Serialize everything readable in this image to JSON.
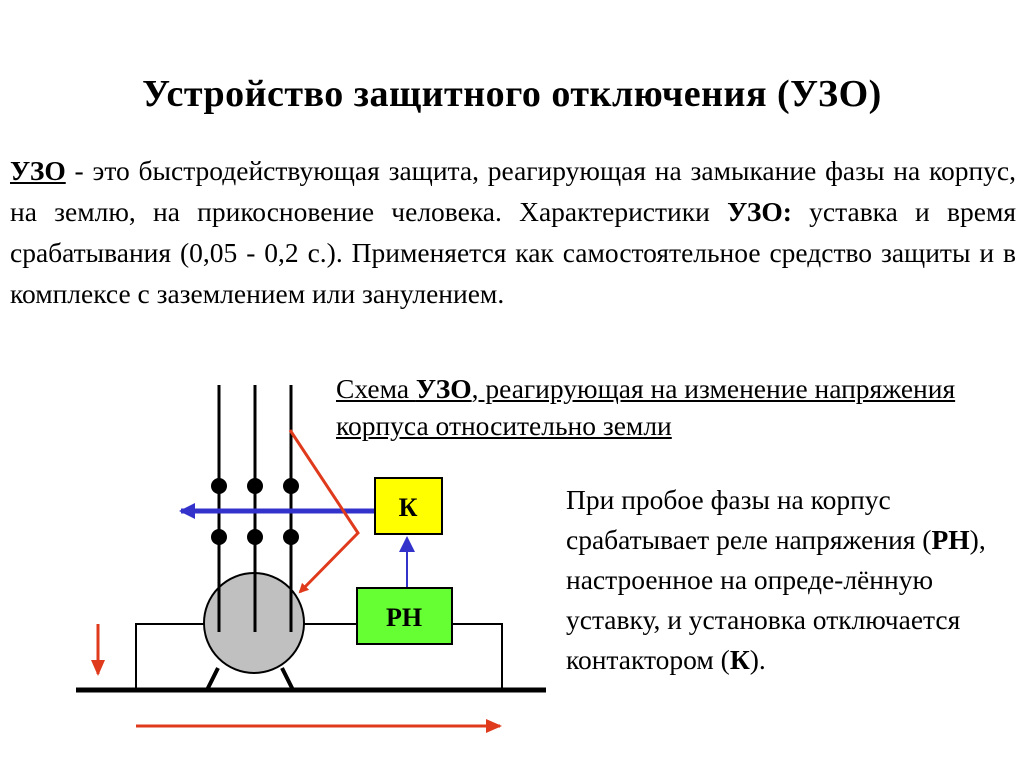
{
  "title": "Устройство защитного отключения (УЗО)",
  "intro": {
    "term": "УЗО",
    "part1": " - это быстродействующая защита, реагирующая на замыкание фазы на корпус, на землю, на прикосновение человека. Характеристики ",
    "term2": "УЗО:",
    "part2": " уставка и время срабатывания (0,05 - 0,2 с.). Применяется как самостоятельное средство защиты и в комплексе с заземлением или занулением."
  },
  "caption": {
    "pre": "Схема ",
    "term": "УЗО",
    "post": ", реагирующая на изменение напряжения корпуса относительно земли"
  },
  "explain": {
    "p1": "При пробое фазы на корпус срабатывает реле напряжения (",
    "rn": "РН",
    "p2": "), настроенное на опреде-лённую уставку, и установка отключается контактором (",
    "k": "К",
    "p3": ")."
  },
  "diagram": {
    "contactor_label": "К",
    "relay_label": "РН",
    "colors": {
      "contactor_fill": "#ffff00",
      "relay_fill": "#66ff33",
      "motor_fill": "#c0c0c0",
      "blue_arrow": "#3333cc",
      "red_arrow": "#e03a1c"
    }
  }
}
